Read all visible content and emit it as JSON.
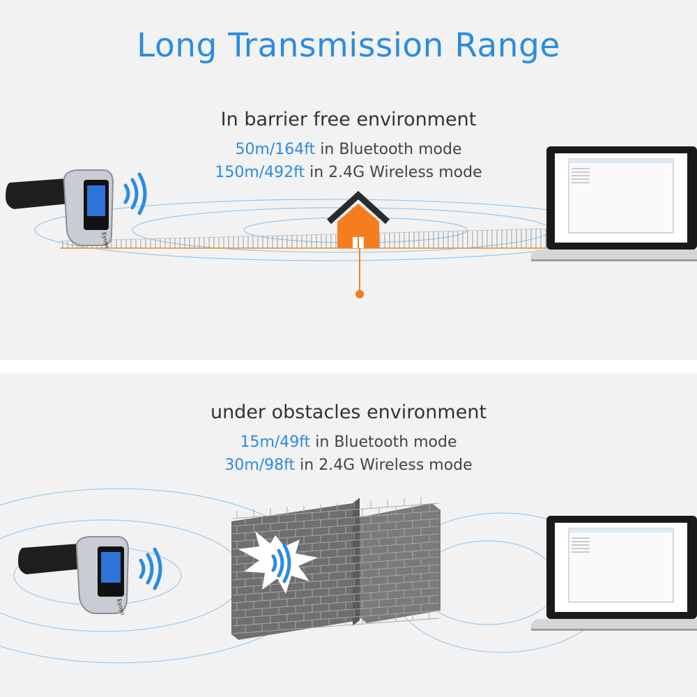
{
  "title": "Long Transmission Range",
  "colors": {
    "accent": "#2a8ce0",
    "house": "#f57c1f",
    "brick": "#7e7e7e",
    "background": "#f2f2f2"
  },
  "barrier_free": {
    "heading": "In barrier free environment",
    "bluetooth": {
      "value": "50m/164ft",
      "mode": " in Bluetooth mode"
    },
    "wireless": {
      "value": "150m/492ft",
      "mode": " in 2.4G Wireless mode"
    }
  },
  "obstacles": {
    "heading": "under obstacles environment",
    "bluetooth": {
      "value": "15m/49ft",
      "mode": " in Bluetooth mode"
    },
    "wireless": {
      "value": "30m/98ft",
      "mode": " in 2.4G Wireless mode"
    }
  },
  "scanner": {
    "brand": "Eyoyo"
  },
  "icons": [
    "barcode-scanner-icon",
    "signal-waves-icon",
    "house-icon",
    "brick-wall-icon",
    "laptop-icon"
  ]
}
